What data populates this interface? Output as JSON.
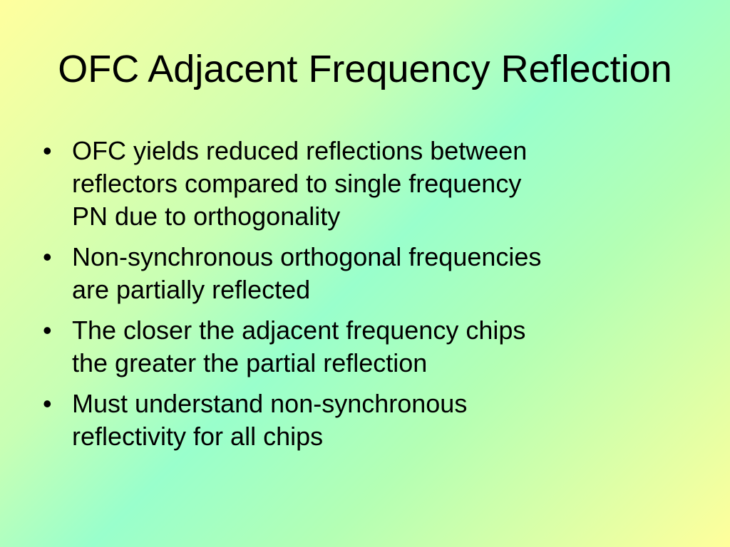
{
  "slide": {
    "title": "OFC Adjacent Frequency Reflection",
    "bullet_glyph": "•",
    "bullets": [
      {
        "lines": [
          "OFC yields reduced reflections between",
          "reflectors compared to single frequency",
          "PN due to orthogonality"
        ]
      },
      {
        "lines": [
          "Non-synchronous orthogonal frequencies",
          "are partially reflected"
        ]
      },
      {
        "lines": [
          "The closer the adjacent frequency chips",
          "the greater the partial reflection"
        ]
      },
      {
        "lines": [
          "Must understand non-synchronous",
          "reflectivity for all chips"
        ]
      }
    ]
  },
  "colors": {
    "background_corner": "#ffff9e",
    "background_center": "#99ffcc",
    "text": "#000000"
  }
}
